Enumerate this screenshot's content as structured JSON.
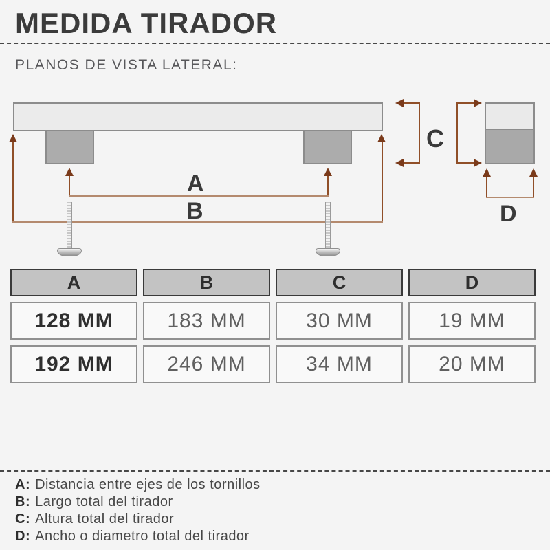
{
  "page": {
    "title": "MEDIDA TIRADOR",
    "subtitle": "PLANOS DE VISTA LATERAL:"
  },
  "diagram": {
    "dimension_labels": {
      "a": "A",
      "b": "B",
      "c": "C",
      "d": "D"
    },
    "colors": {
      "arrow_head": "#7a3a1a",
      "arrow_stem": "#904f28",
      "thin_line": "#b48a6e",
      "bar_fill": "#ebebeb",
      "post_fill": "#acacac",
      "outline_gray": "#8c8c8c"
    }
  },
  "table": {
    "headers": [
      "A",
      "B",
      "C",
      "D"
    ],
    "rows": [
      [
        "128 MM",
        "183 MM",
        "30 MM",
        "19 MM"
      ],
      [
        "192 MM",
        "246 MM",
        "34 MM",
        "20 MM"
      ]
    ]
  },
  "legend": {
    "items": [
      {
        "key": "A:",
        "text": "Distancia entre ejes de los tornillos"
      },
      {
        "key": "B:",
        "text": "Largo total del tirador"
      },
      {
        "key": "C:",
        "text": "Altura total del tirador"
      },
      {
        "key": "D:",
        "text": "Ancho o diametro total del tirador"
      }
    ]
  }
}
